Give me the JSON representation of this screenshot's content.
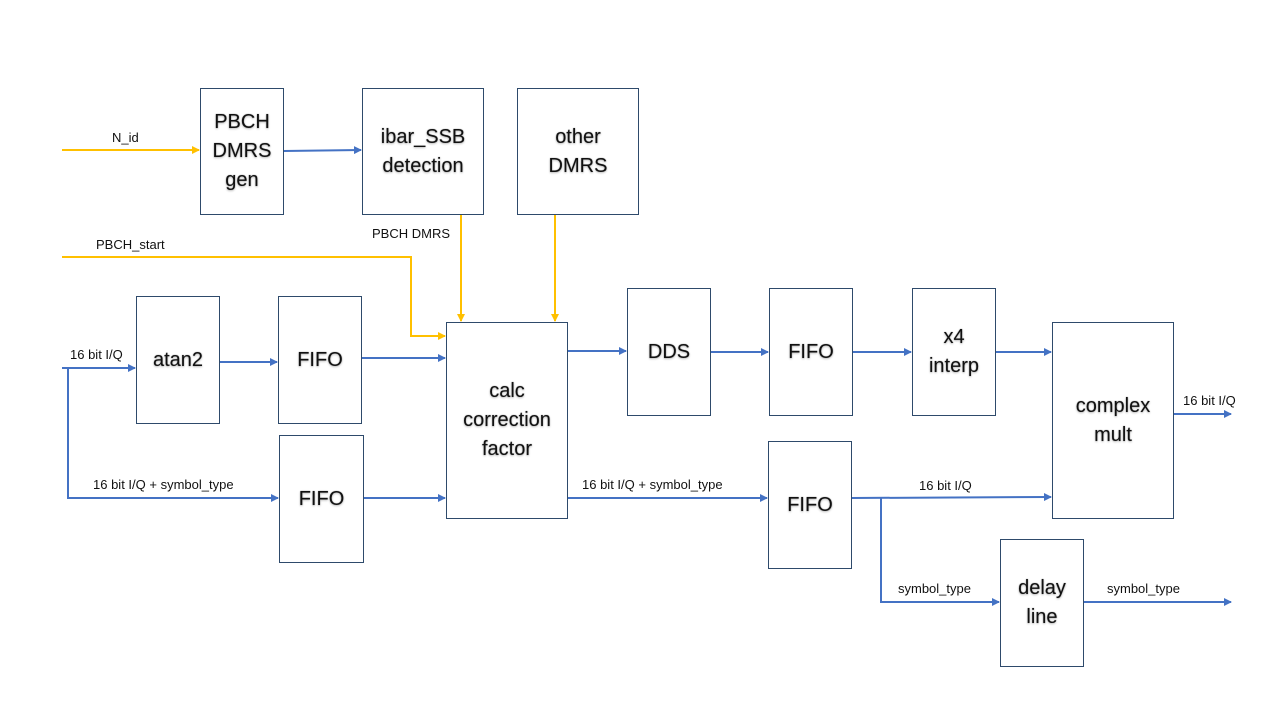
{
  "colors": {
    "signal_blue": "#4472c4",
    "control_yellow": "#ffc000",
    "block_border": "#2e4a6b"
  },
  "blocks": {
    "pbch_dmrs_gen": "PBCH\nDMRS\ngen",
    "ibar_ssb_detection": "ibar_SSB\ndetection",
    "other_dmrs": "other\nDMRS",
    "atan2": "atan2",
    "fifo_1": "FIFO",
    "fifo_2": "FIFO",
    "calc_correction_factor": "calc\ncorrection\nfactor",
    "dds": "DDS",
    "fifo_3": "FIFO",
    "x4_interp": "x4\ninterp",
    "complex_mult": "complex\nmult",
    "fifo_4": "FIFO",
    "delay_line": "delay\nline"
  },
  "labels": {
    "n_id": "N_id",
    "pbch_dmrs": "PBCH DMRS",
    "pbch_start": "PBCH_start",
    "iq_in": "16 bit I/Q",
    "iq_symbol_type_in": "16 bit I/Q + symbol_type",
    "iq_symbol_type_mid": "16 bit I/Q + symbol_type",
    "iq_mid": "16 bit I/Q",
    "iq_out": "16 bit I/Q",
    "symbol_type_in": "symbol_type",
    "symbol_type_out": "symbol_type"
  }
}
